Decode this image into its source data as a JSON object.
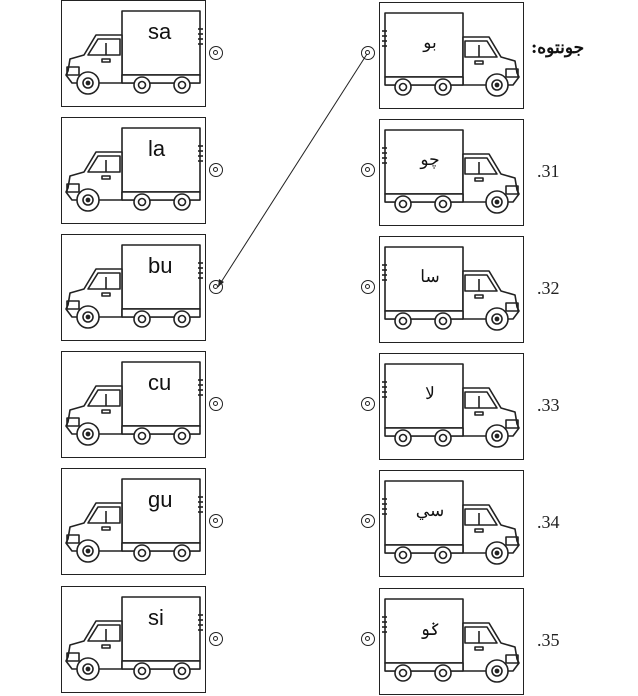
{
  "header": {
    "label": "جونتوه:"
  },
  "left_column": [
    {
      "word": "sa"
    },
    {
      "word": "la"
    },
    {
      "word": "bu"
    },
    {
      "word": "cu"
    },
    {
      "word": "gu"
    },
    {
      "word": "si"
    }
  ],
  "right_column": [
    {
      "jawi": "بو",
      "number": ""
    },
    {
      "jawi": "چو",
      "number": ".31"
    },
    {
      "jawi": "سا",
      "number": ".32"
    },
    {
      "jawi": "لا",
      "number": ".33"
    },
    {
      "jawi": "سي",
      "number": ".34"
    },
    {
      "jawi": "ݢو",
      "number": ".35"
    }
  ],
  "example_connection": {
    "from": "بو",
    "to": "bu"
  },
  "colors": {
    "ink": "#222222",
    "paper": "#ffffff"
  }
}
